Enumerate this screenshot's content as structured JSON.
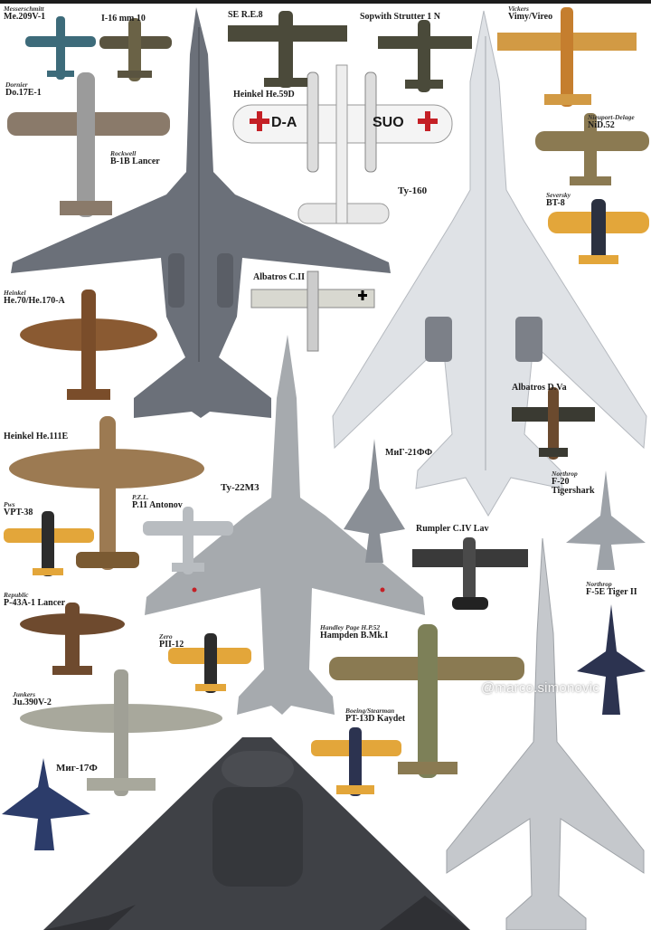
{
  "labels": {
    "me209_maker": "Messerschmitt",
    "me209": "Me.209V-1",
    "i16": "I-16 mm 10",
    "se5": "SE R.E.8",
    "sopwith": "Sopwith Strutter 1 N",
    "vickers_maker": "Vickers",
    "vickers": "Vimy/Vireo",
    "do17_maker": "Dornier",
    "do17": "Do.17E-1",
    "he59_maker": "Heinkel He.59D",
    "b1b_maker": "Rockwell",
    "b1b": "B-1B Lancer",
    "nieuport_maker": "Nieuport-Delage",
    "nieuport": "NiD.52",
    "tu160": "Ty-160",
    "bt9_maker": "Seversky",
    "bt9": "BT-8",
    "albatros_c": "Albatros C.II",
    "he70_maker": "Heinkel",
    "he70": "He.70/He.170-A",
    "albatros_d": "Albatros D.Va",
    "he111": "Heinkel He.111E",
    "mig21": "MиГ-21ФФ",
    "pzl_maker": "P.Z.L.",
    "pzl": "P.11 Antonov",
    "tu22": "Ty-22M3",
    "northrop_maker": "Northrop",
    "northrop": "F-20 Tigershark",
    "pwt_maker": "Pws",
    "pwt": "VPT-38",
    "rumpler": "Rumpler C.IV Lav",
    "p43_maker": "Republic",
    "p43": "P-43A-1 Lancer",
    "f5_maker": "Northrop",
    "f5": "F-5E Tiger II",
    "pwt16_maker": "Zero",
    "pwt16": "PII-12",
    "hampden_maker": "Handley Page H.P.52",
    "hampden": "Hampden B.Mk.I",
    "ju390_maker": "Junkers",
    "ju390": "Ju.390V-2",
    "pt13_maker": "Boeing/Stearman",
    "pt13": "PT-13D Kaydet",
    "mig17": "Mиг-17Ф",
    "he59_marking_left": "D-A",
    "he59_marking_right": "SUO",
    "watermark": "@marco.simonovic"
  },
  "colors": {
    "background": "#ffffff",
    "bomber_grey": "#6b7079",
    "tu160_white": "#dfe2e6",
    "b2_dark": "#3f4146",
    "tu22_grey": "#a6aaae",
    "camo_brown": "#7a5a3a",
    "camo_green": "#7d8058",
    "trainer_yellow": "#e3a63a",
    "roundel_red": "#c42026"
  },
  "icons": [
    "aircraft-silhouette-icon",
    "balkenkreuz-icon",
    "red-cross-icon",
    "red-star-icon",
    "roundel-icon"
  ]
}
